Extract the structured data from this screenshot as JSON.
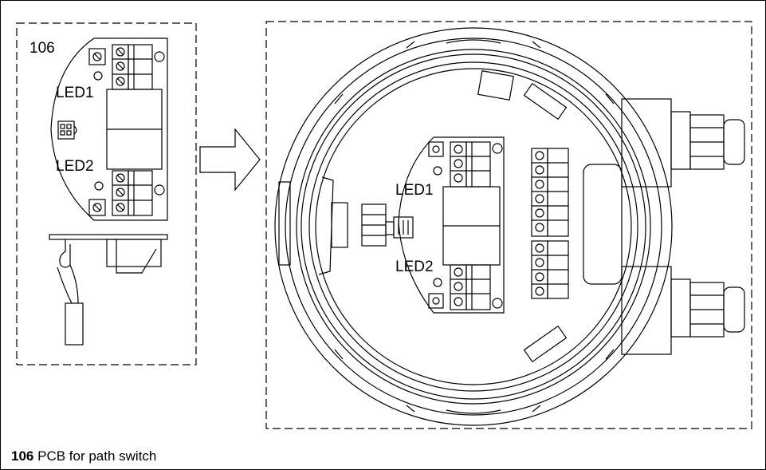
{
  "figure": {
    "ref_number": "106",
    "label_led1": "LED1",
    "label_led2": "LED2",
    "caption_number": "106",
    "caption_text": "PCB for path switch"
  }
}
